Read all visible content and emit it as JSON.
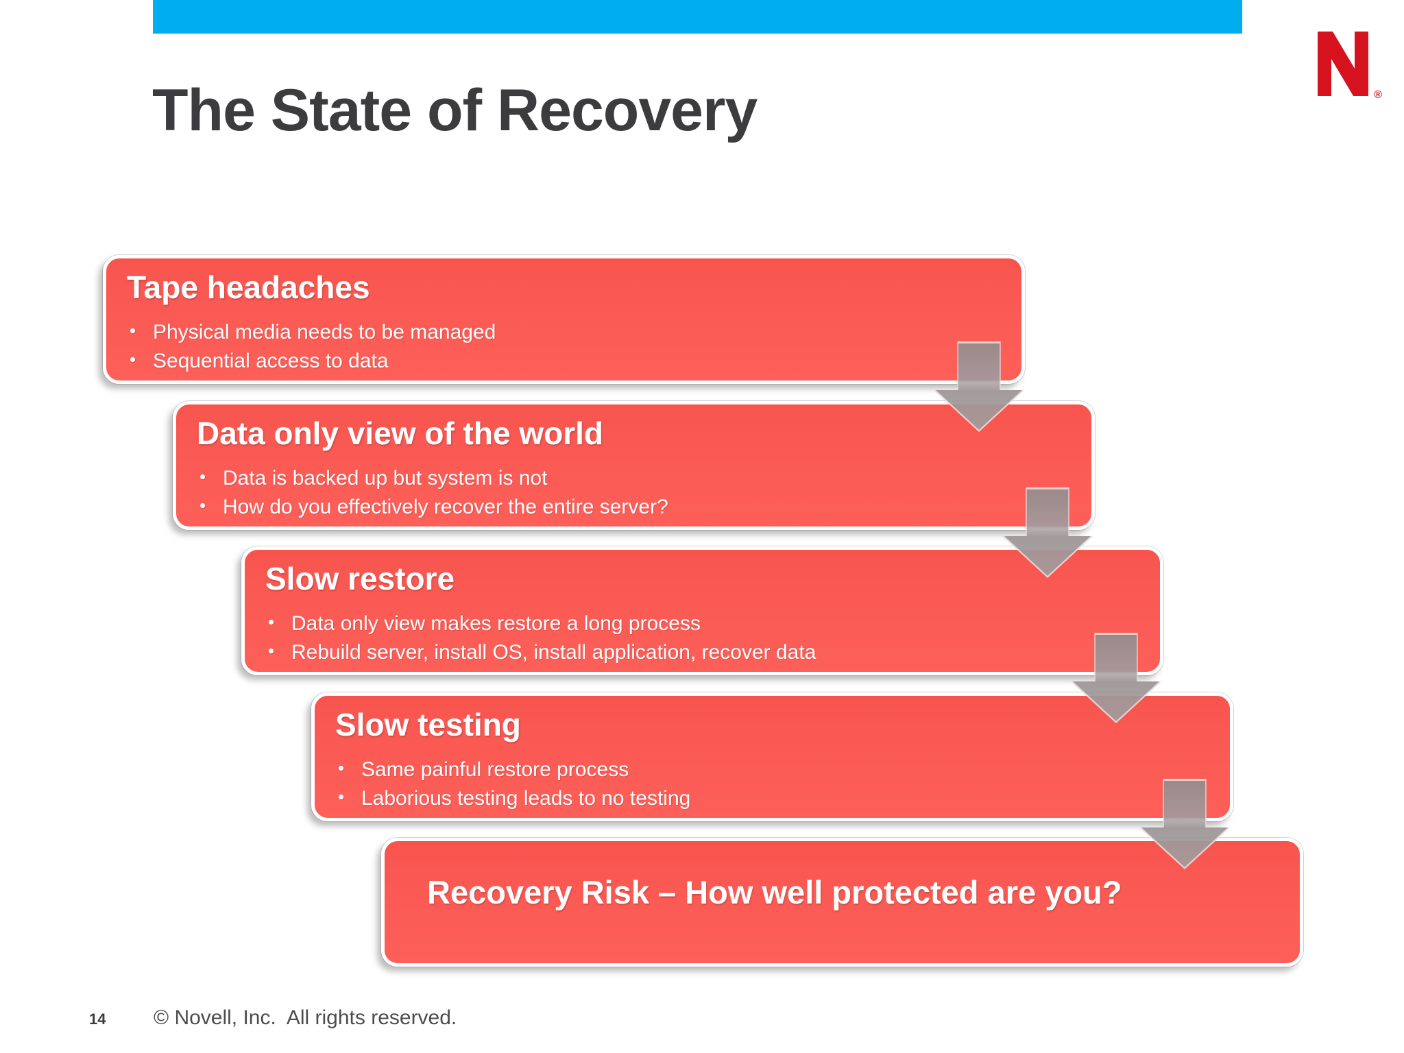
{
  "slide": {
    "title": "The State of Recovery",
    "page_number": "14",
    "copyright": "© Novell, Inc.  All rights reserved.",
    "logo": {
      "registered_mark": "®"
    },
    "colors": {
      "accent_blue": "#00AEEF",
      "box_red": "#FA574F",
      "arrow_gray": "#9E9697",
      "novell_red": "#D5121E",
      "title_gray": "#3C3C3E"
    }
  },
  "stages": [
    {
      "title": "Tape headaches",
      "bullets": [
        "Physical media needs to be managed",
        "Sequential access to data"
      ]
    },
    {
      "title": "Data only view of the world",
      "bullets": [
        "Data is backed up but system is not",
        "How do you effectively recover the entire server?"
      ]
    },
    {
      "title": "Slow restore",
      "bullets": [
        "Data only view makes restore a long process",
        "Rebuild server, install OS, install application, recover data"
      ]
    },
    {
      "title": "Slow testing",
      "bullets": [
        "Same painful restore process",
        "Laborious testing leads to no testing"
      ]
    },
    {
      "title": "Recovery Risk – How well protected are you?",
      "bullets": []
    }
  ]
}
